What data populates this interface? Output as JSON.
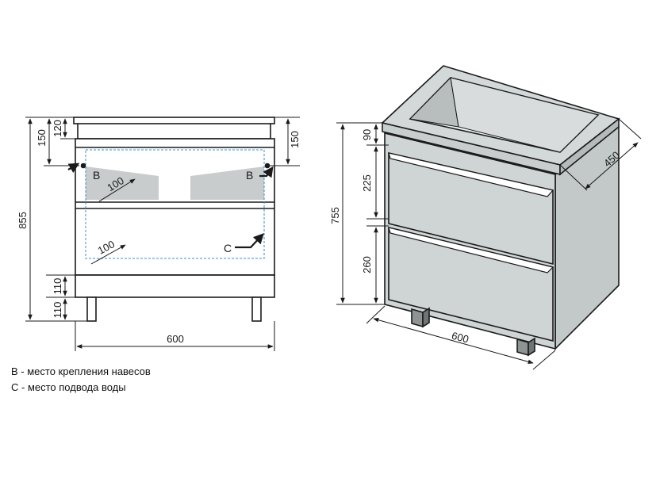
{
  "front_view": {
    "dims": {
      "total_height": "855",
      "top_outer": "150",
      "top_inner": "120",
      "top_right": "150",
      "plinth": "110",
      "legs": "110",
      "width": "600",
      "offset_upper": "100",
      "offset_lower": "100"
    },
    "mount_label": "B",
    "water_label": "C"
  },
  "iso_view": {
    "dims": {
      "sink": "90",
      "upper_drawer": "225",
      "total_height": "755",
      "lower_drawer": "260",
      "width": "600",
      "depth": "450"
    }
  },
  "legend": [
    "B - место крепления навесов",
    "C - место подвода воды"
  ],
  "colors": {
    "line": "#1a1a1a",
    "panel_gray": "#cfd4d4",
    "side_gray": "#c3c8c8",
    "shade_gray": "#b8bdbd",
    "dashed_blue": "#3a8fd6"
  }
}
